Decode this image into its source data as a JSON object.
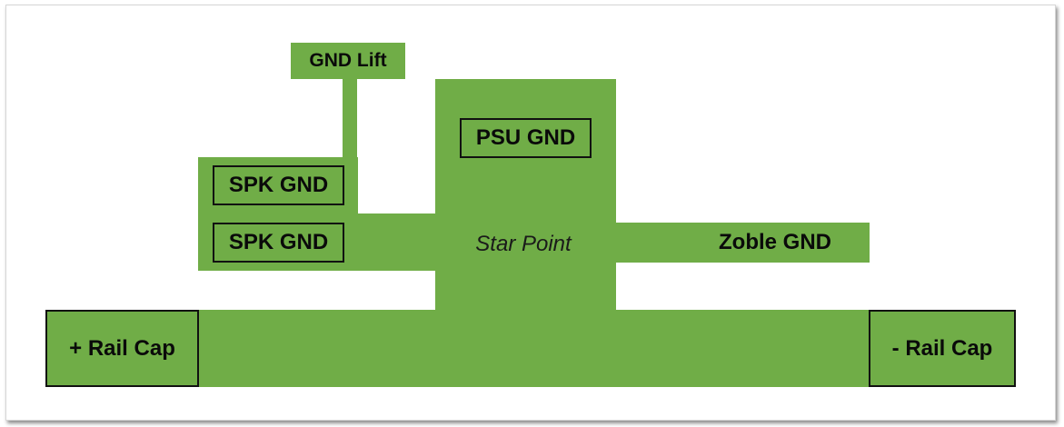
{
  "diagram": {
    "fill_color": "#70ad47",
    "outline_color": "#111111",
    "labels": {
      "gnd_lift": "GND Lift",
      "psu_gnd": "PSU GND",
      "spk_gnd_1": "SPK GND",
      "spk_gnd_2": "SPK GND",
      "star_point": "Star Point",
      "zoble_gnd": "Zoble GND",
      "plus_rail_cap": "+ Rail Cap",
      "minus_rail_cap": "- Rail Cap"
    }
  }
}
